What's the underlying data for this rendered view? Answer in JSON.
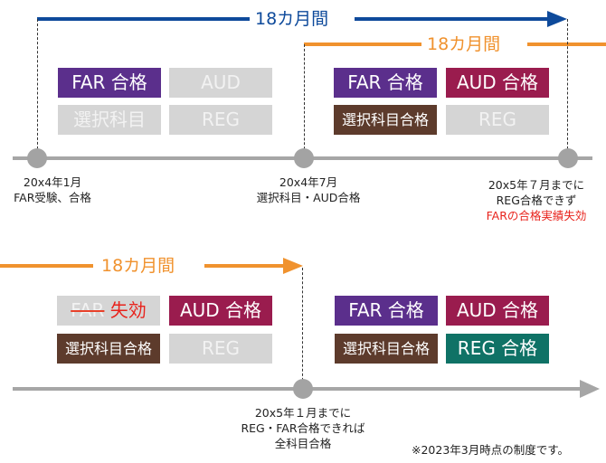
{
  "colors": {
    "blue": "#0e4a9b",
    "orange": "#f0922e",
    "purple": "#5b2f8c",
    "crimson": "#9a1c4e",
    "brown": "#5d3b2c",
    "teal": "#0f7266",
    "inactive": "#d5d5d5",
    "expired_red": "#e8231c",
    "timeline_gray": "#a6a6a6"
  },
  "top": {
    "span_blue": "18カ月間",
    "span_orange": "18カ月間",
    "stage1": {
      "far": "FAR 合格",
      "aud": "AUD",
      "sentaku": "選択科目",
      "reg": "REG"
    },
    "stage2": {
      "far": "FAR 合格",
      "aud": "AUD 合格",
      "sentaku": "選択科目合格",
      "reg": "REG"
    },
    "milestones": [
      {
        "line1": "20x4年1月",
        "line2": "FAR受験、合格"
      },
      {
        "line1": "20x4年7月",
        "line2": "選択科目・AUD合格"
      },
      {
        "line1": "20x5年７月までに",
        "line2": "REG合格できず",
        "line3": "FARの合格実績失効"
      }
    ]
  },
  "bottom": {
    "span_orange": "18カ月間",
    "stage3": {
      "far_struck": "FAR",
      "far_expired": "失効",
      "aud": "AUD 合格",
      "sentaku": "選択科目合格",
      "reg": "REG"
    },
    "stage4": {
      "far": "FAR 合格",
      "aud": "AUD 合格",
      "sentaku": "選択科目合格",
      "reg": "REG 合格"
    },
    "milestone": {
      "line1": "20x5年１月までに",
      "line2": "REG・FAR合格できれば",
      "line3": "全科目合格"
    },
    "note": "※2023年3月時点の制度です。"
  }
}
